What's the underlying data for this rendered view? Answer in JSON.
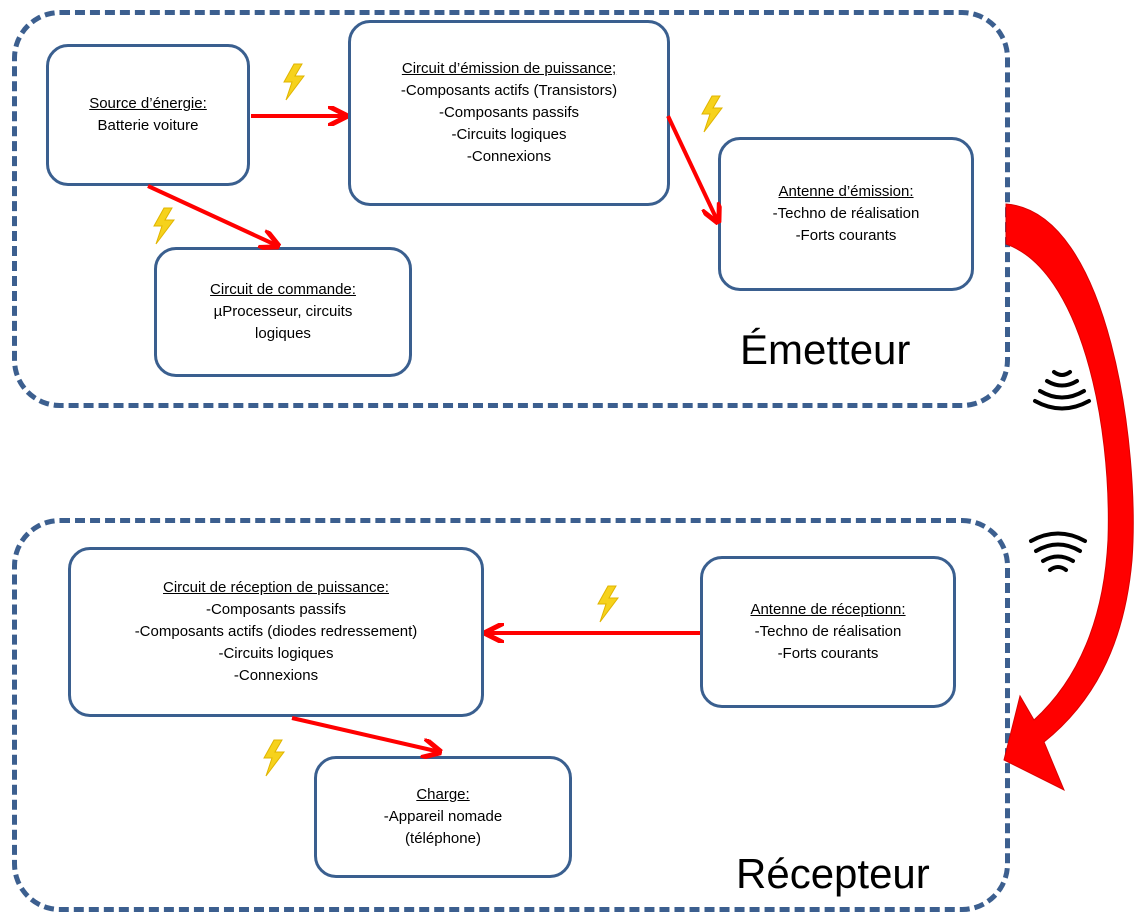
{
  "emitter": {
    "label": "Émetteur",
    "source": {
      "title": "Source d’énergie:",
      "lines": [
        "Batterie voiture"
      ]
    },
    "power_circuit": {
      "title": "Circuit d’émission de puissance;",
      "lines": [
        "-Composants actifs (Transistors)",
        "-Composants passifs",
        "-Circuits logiques",
        "-Connexions"
      ]
    },
    "control": {
      "title": "Circuit de commande:",
      "lines": [
        "µProcesseur, circuits",
        "logiques"
      ]
    },
    "antenna": {
      "title": "Antenne d’émission:",
      "lines": [
        "-Techno de réalisation",
        "-Forts courants"
      ]
    }
  },
  "receiver": {
    "label": "Récepteur",
    "power_circuit": {
      "title": "Circuit de réception de puissance:",
      "lines": [
        "-Composants passifs",
        "-Composants actifs (diodes redressement)",
        "-Circuits logiques",
        "-Connexions"
      ]
    },
    "antenna": {
      "title": "Antenne de réceptionn:",
      "lines": [
        "-Techno de réalisation",
        "-Forts courants"
      ]
    },
    "load": {
      "title": "Charge:",
      "lines": [
        "-Appareil nomade",
        "(téléphone)"
      ]
    }
  },
  "colors": {
    "dashed_border": "#3c5f8f",
    "box_border": "#3a5f8f",
    "arrow": "#ff0000",
    "bolt": "#f6d21c"
  },
  "icons": [
    "lightning-bolt-icon",
    "wireless-signal-icon"
  ]
}
